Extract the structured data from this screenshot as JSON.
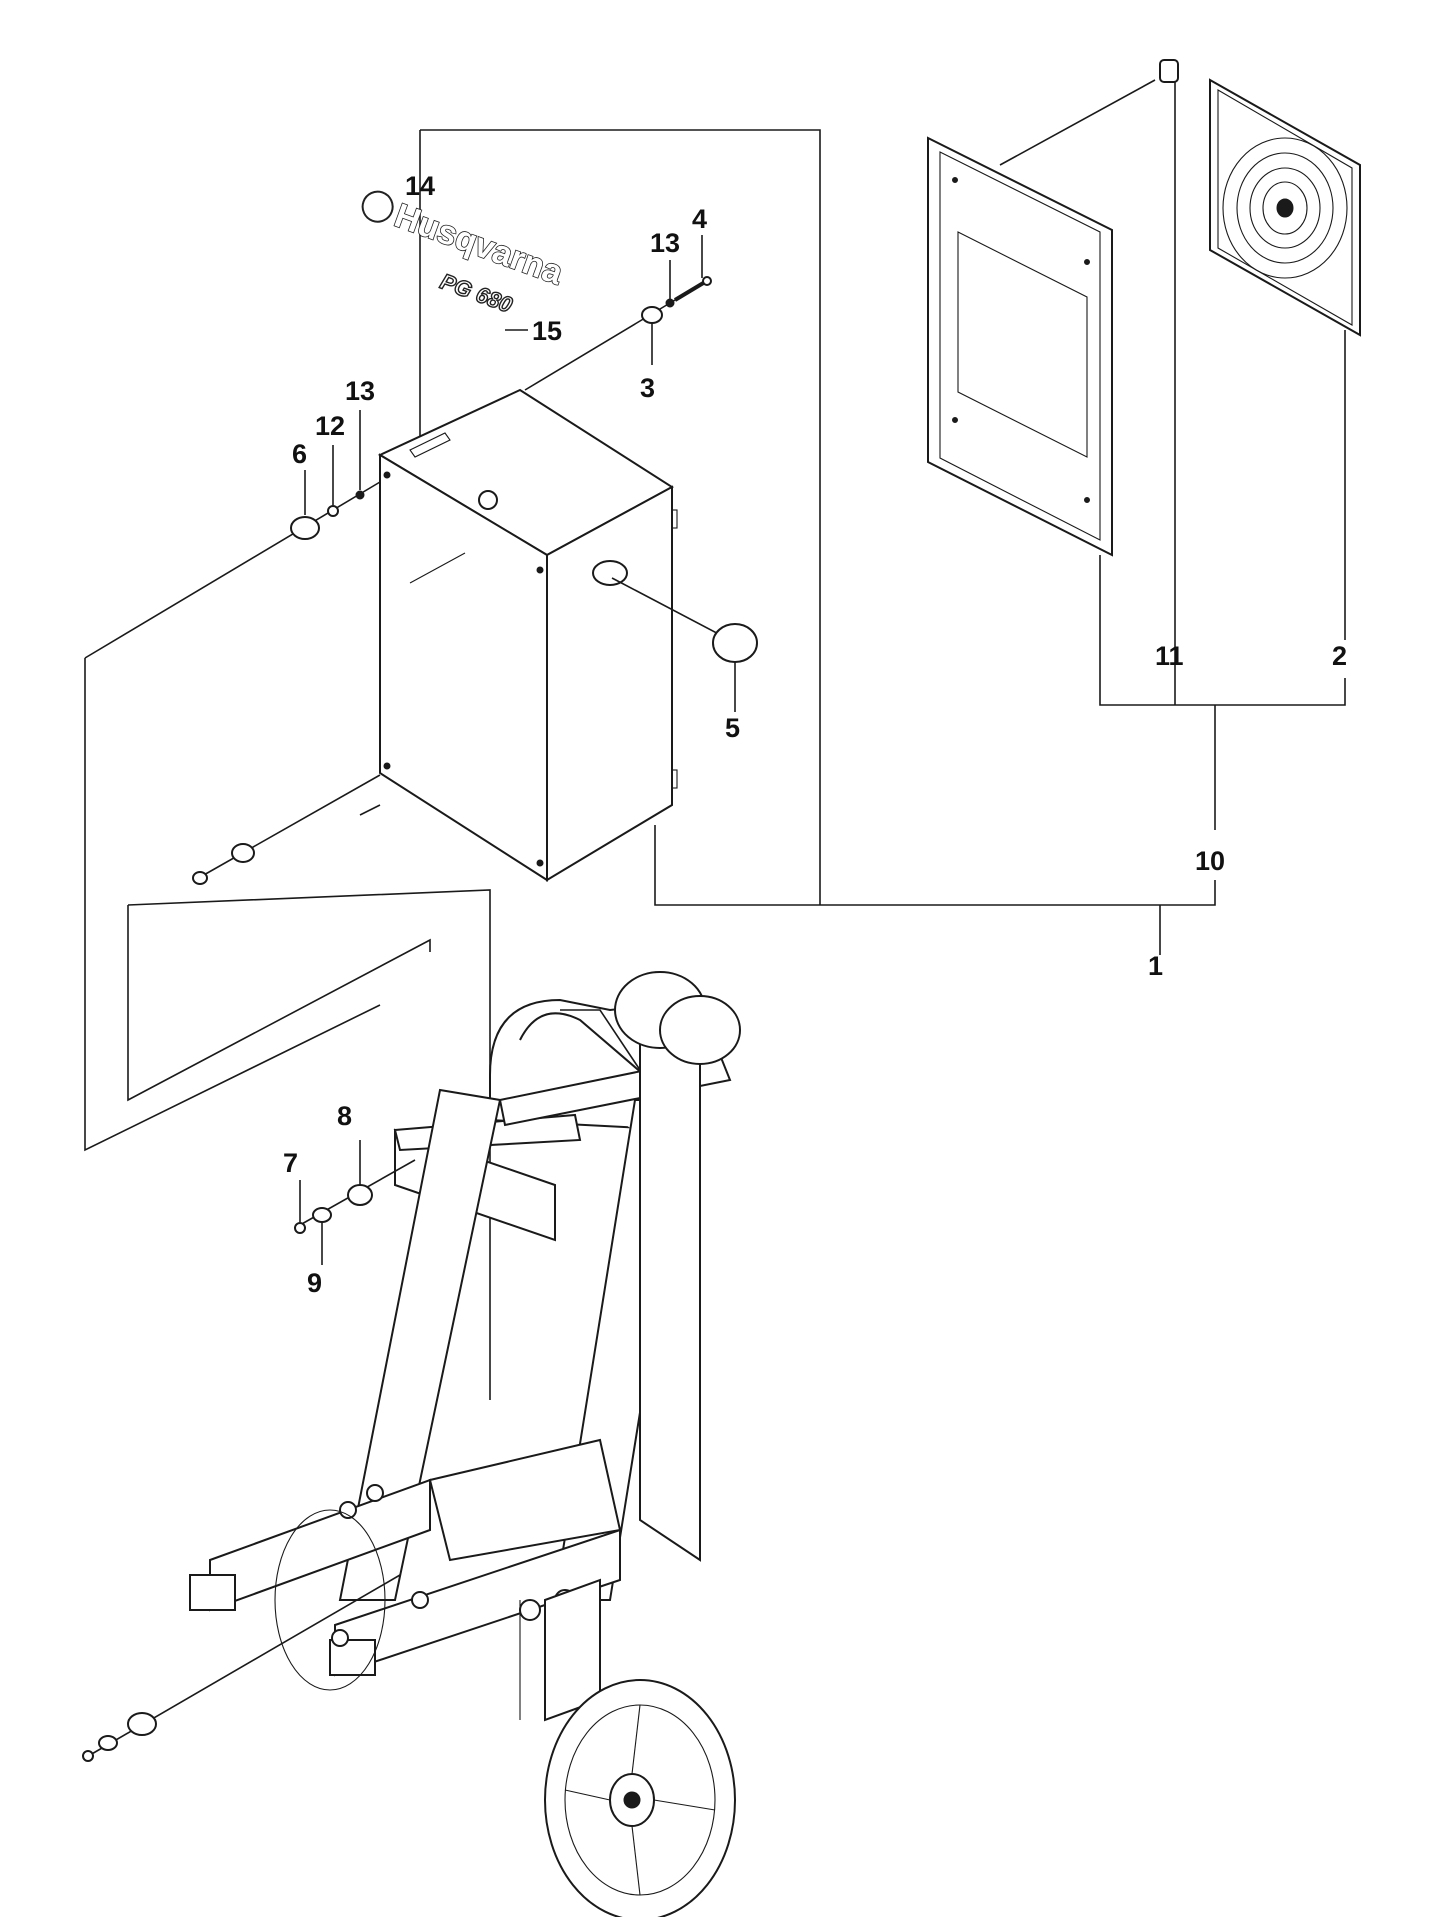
{
  "callouts": [
    {
      "id": "c1",
      "label": "1"
    },
    {
      "id": "c2",
      "label": "2"
    },
    {
      "id": "c3",
      "label": "3"
    },
    {
      "id": "c4",
      "label": "4"
    },
    {
      "id": "c5",
      "label": "5"
    },
    {
      "id": "c6",
      "label": "6"
    },
    {
      "id": "c7",
      "label": "7"
    },
    {
      "id": "c8",
      "label": "8"
    },
    {
      "id": "c9",
      "label": "9"
    },
    {
      "id": "c10",
      "label": "10"
    },
    {
      "id": "c11",
      "label": "11"
    },
    {
      "id": "c12",
      "label": "12"
    },
    {
      "id": "c13a",
      "label": "13"
    },
    {
      "id": "c13b",
      "label": "13"
    },
    {
      "id": "c14",
      "label": "14"
    },
    {
      "id": "c15",
      "label": "15"
    }
  ],
  "decal": {
    "brand": "Husqvarna",
    "model": "PG 680"
  }
}
